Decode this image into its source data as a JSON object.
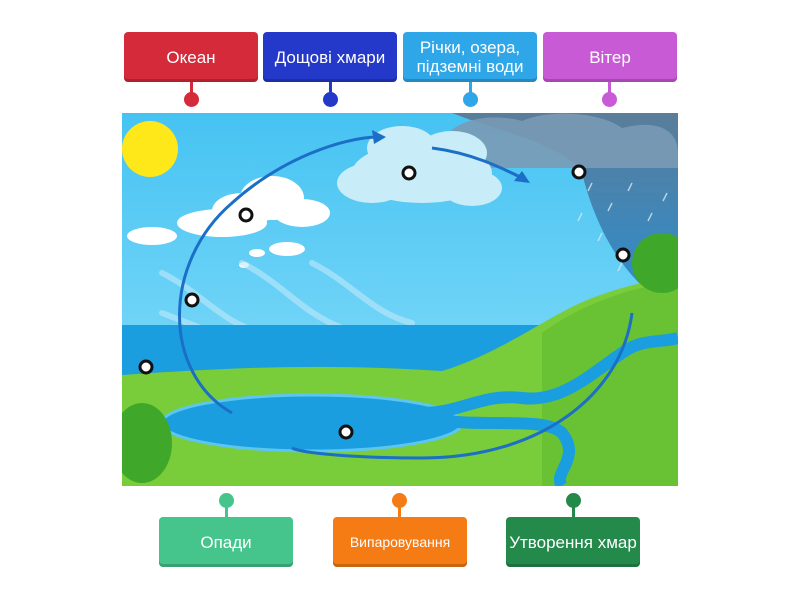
{
  "top_labels": [
    {
      "text": "Океан",
      "color": "#d42a3a"
    },
    {
      "text": "Дощові хмари",
      "color": "#2438c9"
    },
    {
      "text": "Річки, озера, підземні води",
      "color": "#2fa6e8"
    },
    {
      "text": "Вітер",
      "color": "#c95ad6"
    }
  ],
  "bottom_labels": [
    {
      "text": "Опади",
      "color": "#45c48c"
    },
    {
      "text": "Випаровування",
      "color": "#f57c14"
    },
    {
      "text": "Утворення хмар",
      "color": "#238a4c"
    }
  ],
  "target_count": 7
}
